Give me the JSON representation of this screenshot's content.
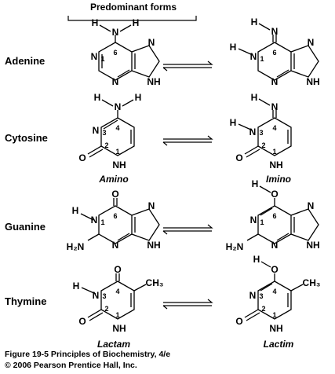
{
  "header": {
    "predominant_label": "Predominant forms"
  },
  "bases": [
    {
      "name": "Adenine"
    },
    {
      "name": "Cytosine"
    },
    {
      "name": "Guanine"
    },
    {
      "name": "Thymine"
    }
  ],
  "form_labels": {
    "cytosine_left": "Amino",
    "cytosine_right": "Imino",
    "thymine_left": "Lactam",
    "thymine_right": "Lactim"
  },
  "atoms": {
    "H": "H",
    "N": "N",
    "O": "O",
    "NH": "NH",
    "H2N": "H₂N",
    "CH3": "CH₃"
  },
  "ring_numbers": {
    "n1": "1",
    "n2": "2",
    "n3": "3",
    "n4": "4",
    "n6": "6"
  },
  "caption": {
    "line1": "Figure 19-5  Principles of Biochemistry, 4/e",
    "line2": "© 2006 Pearson Prentice Hall, Inc."
  }
}
